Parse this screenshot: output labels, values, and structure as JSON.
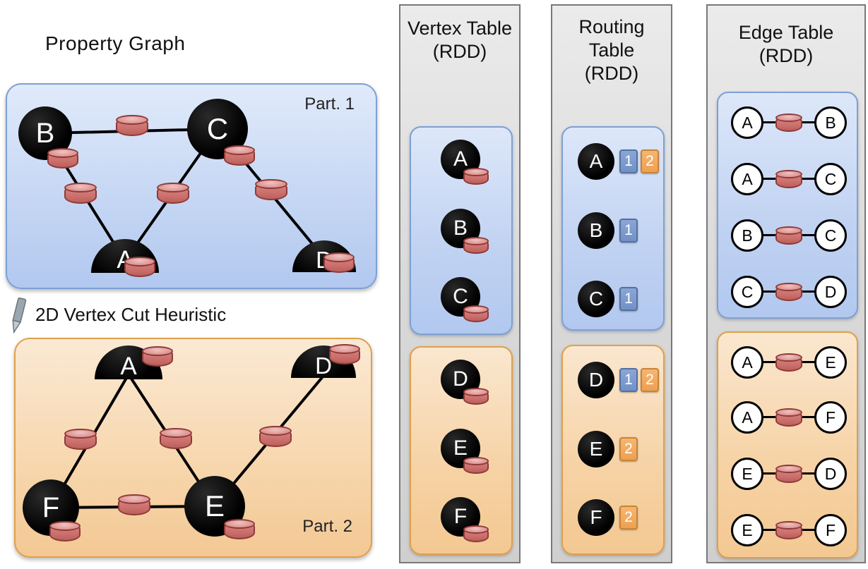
{
  "left": {
    "title": "Property Graph",
    "heuristic": "2D Vertex Cut Heuristic",
    "part1_label": "Part. 1",
    "part2_label": "Part. 2",
    "part1_nodes": [
      "B",
      "C",
      "A",
      "D"
    ],
    "part2_nodes": [
      "A",
      "D",
      "F",
      "E"
    ],
    "part1_edges": [
      [
        "B",
        "C"
      ],
      [
        "B",
        "A"
      ],
      [
        "C",
        "A"
      ],
      [
        "C",
        "D"
      ]
    ],
    "part2_edges": [
      [
        "A",
        "F"
      ],
      [
        "A",
        "E"
      ],
      [
        "E",
        "D"
      ],
      [
        "F",
        "E"
      ]
    ]
  },
  "vertex_table": {
    "title_lines": [
      "Vertex Table",
      "(RDD)"
    ],
    "part1": [
      "A",
      "B",
      "C"
    ],
    "part2": [
      "D",
      "E",
      "F"
    ]
  },
  "routing": {
    "title_lines": [
      "Routing",
      "Table",
      "(RDD)"
    ],
    "part1": [
      {
        "vertex": "A",
        "badges": [
          "1",
          "2"
        ]
      },
      {
        "vertex": "B",
        "badges": [
          "1"
        ]
      },
      {
        "vertex": "C",
        "badges": [
          "1"
        ]
      }
    ],
    "part2": [
      {
        "vertex": "D",
        "badges": [
          "1",
          "2"
        ]
      },
      {
        "vertex": "E",
        "badges": [
          "2"
        ]
      },
      {
        "vertex": "F",
        "badges": [
          "2"
        ]
      }
    ]
  },
  "edges": {
    "title_lines": [
      "Edge Table",
      "(RDD)"
    ],
    "part1": [
      [
        "A",
        "B"
      ],
      [
        "A",
        "C"
      ],
      [
        "B",
        "C"
      ],
      [
        "C",
        "D"
      ]
    ],
    "part2": [
      [
        "A",
        "E"
      ],
      [
        "A",
        "F"
      ],
      [
        "E",
        "D"
      ],
      [
        "E",
        "F"
      ]
    ]
  },
  "colors": {
    "partition_blue": "#bcd0f2",
    "partition_orange": "#f7d6ac",
    "cylinder_red": "#c76a67",
    "badge_blue": "#7d9ccf",
    "badge_orange": "#f2ab62",
    "column_gray": "#d9d9d9"
  }
}
